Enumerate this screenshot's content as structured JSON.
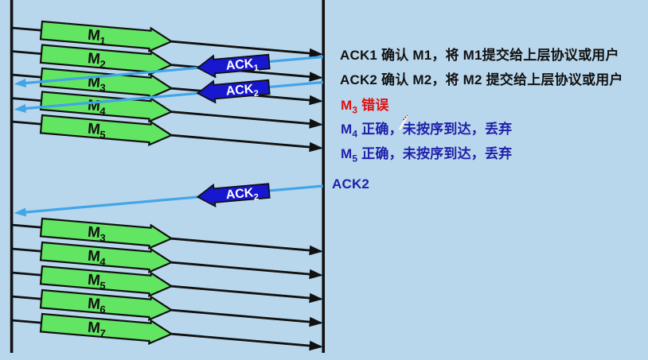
{
  "colors": {
    "background": "#b9d7ec",
    "message_fill": "#62e562",
    "ack_fill": "#1717d0",
    "ack_line_cyan": "#42a5e8",
    "line": "#111111",
    "text_black": "#111111",
    "text_red": "#dd1111",
    "text_blue": "#1f1faa",
    "ack_text": "#ffffff"
  },
  "diagram": {
    "sender_line_name": "sender-timeline",
    "receiver_line_name": "receiver-timeline",
    "top_messages": [
      {
        "label": "M",
        "sub": "1"
      },
      {
        "label": "M",
        "sub": "2"
      },
      {
        "label": "M",
        "sub": "3"
      },
      {
        "label": "M",
        "sub": "4"
      },
      {
        "label": "M",
        "sub": "5"
      }
    ],
    "top_acks": [
      {
        "label": "ACK",
        "sub": "1"
      },
      {
        "label": "ACK",
        "sub": "2"
      }
    ],
    "bottom_ack": {
      "label": "ACK",
      "sub": "2"
    },
    "bottom_messages": [
      {
        "label": "M",
        "sub": "3"
      },
      {
        "label": "M",
        "sub": "4"
      },
      {
        "label": "M",
        "sub": "5"
      },
      {
        "label": "M",
        "sub": "6"
      },
      {
        "label": "M",
        "sub": "7"
      }
    ]
  },
  "annotations": {
    "ack1_note": "ACK1 确认 M1，将 M1提交给上层协议或用户",
    "ack2_note": "ACK2 确认 M2，将 M2 提交给上层协议或用户",
    "m3_prefix": "M",
    "m3_sub": "3",
    "m3_rest": " 错误",
    "m4_prefix": "M",
    "m4_sub": "4",
    "m4_rest": " 正确，未按序到达，丢弃",
    "m5_prefix": "M",
    "m5_sub": "5",
    "m5_rest": " 正确，未按序到达，丢弃",
    "ack2_label": "ACK2"
  }
}
